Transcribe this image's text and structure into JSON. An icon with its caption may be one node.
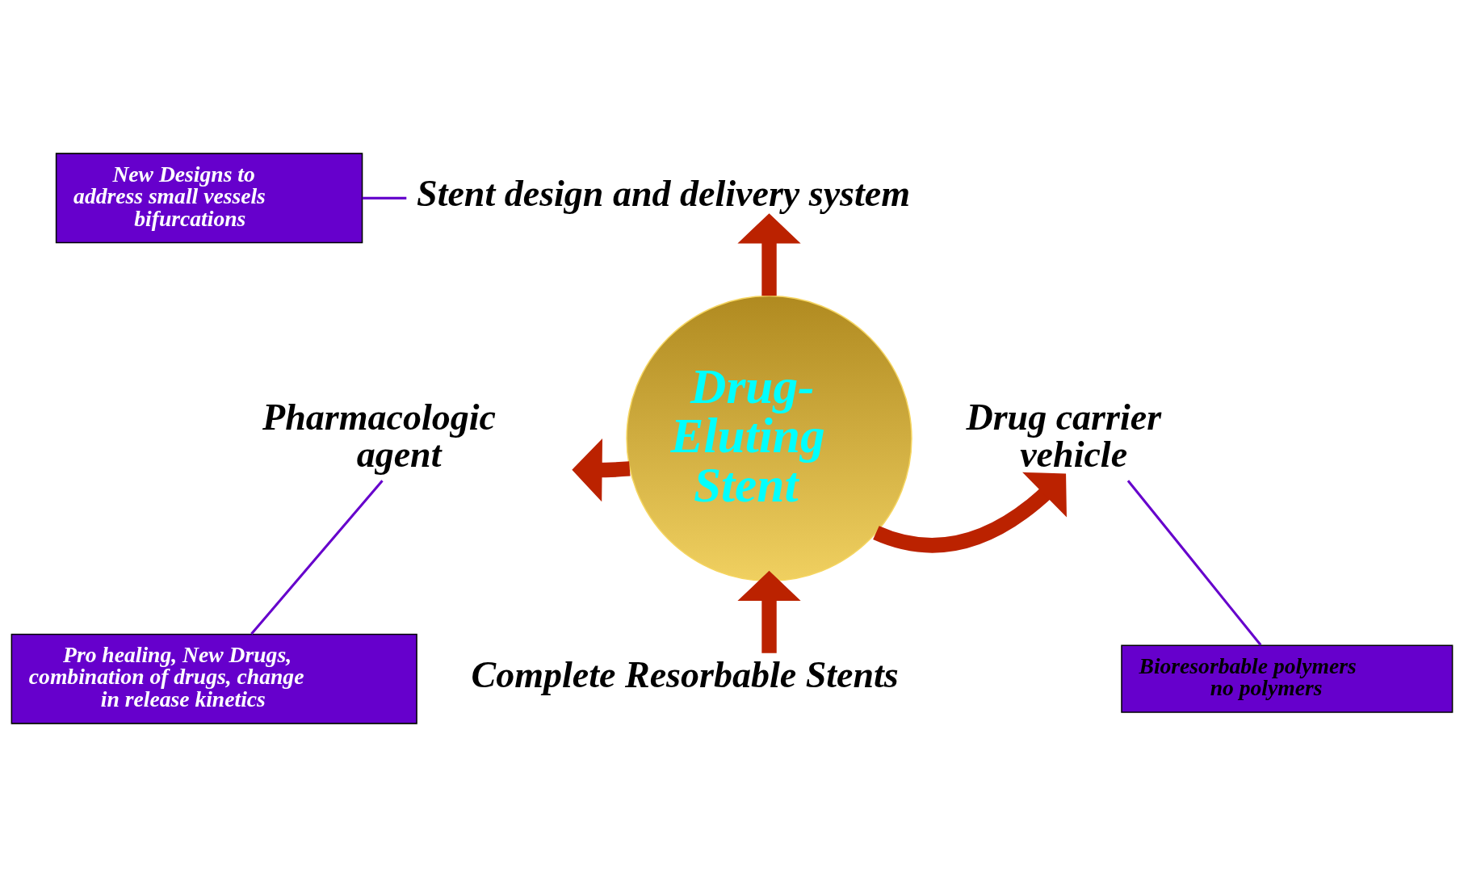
{
  "diagram": {
    "nodes": [
      {
        "text": [
          "Drug-Eluting Stent"
        ]
      },
      {
        "text": [
          "Stent design and delivery system"
        ]
      },
      {
        "text": [
          "Pharmacologic agent"
        ]
      },
      {
        "text": [
          "Drug carrier vehicle"
        ]
      },
      {
        "text": [
          "Complete Resorbable Stents"
        ]
      },
      {
        "text": [
          "New Designs to address small vessels bifurcations"
        ]
      },
      {
        "text": [
          "Pro healing, New Drugs, combination of drugs, change in release kinetics"
        ]
      },
      {
        "text": [
          "Bioresorbable polymers no polymers"
        ]
      }
    ],
    "edges": [
      {
        "from": 0,
        "to": 1,
        "arrow": "to"
      },
      {
        "from": 0,
        "to": 2,
        "arrow": "to"
      },
      {
        "from": 0,
        "to": 3,
        "arrow": "to"
      },
      {
        "from": 4,
        "to": 0,
        "arrow": "to"
      },
      {
        "from": 5,
        "to": 1,
        "arrow": "none",
        "color": "#6600cc"
      },
      {
        "from": 6,
        "to": 2,
        "arrow": "none",
        "color": "#6600cc"
      },
      {
        "from": 7,
        "to": 3,
        "arrow": "none",
        "color": "#6600cc"
      }
    ]
  }
}
